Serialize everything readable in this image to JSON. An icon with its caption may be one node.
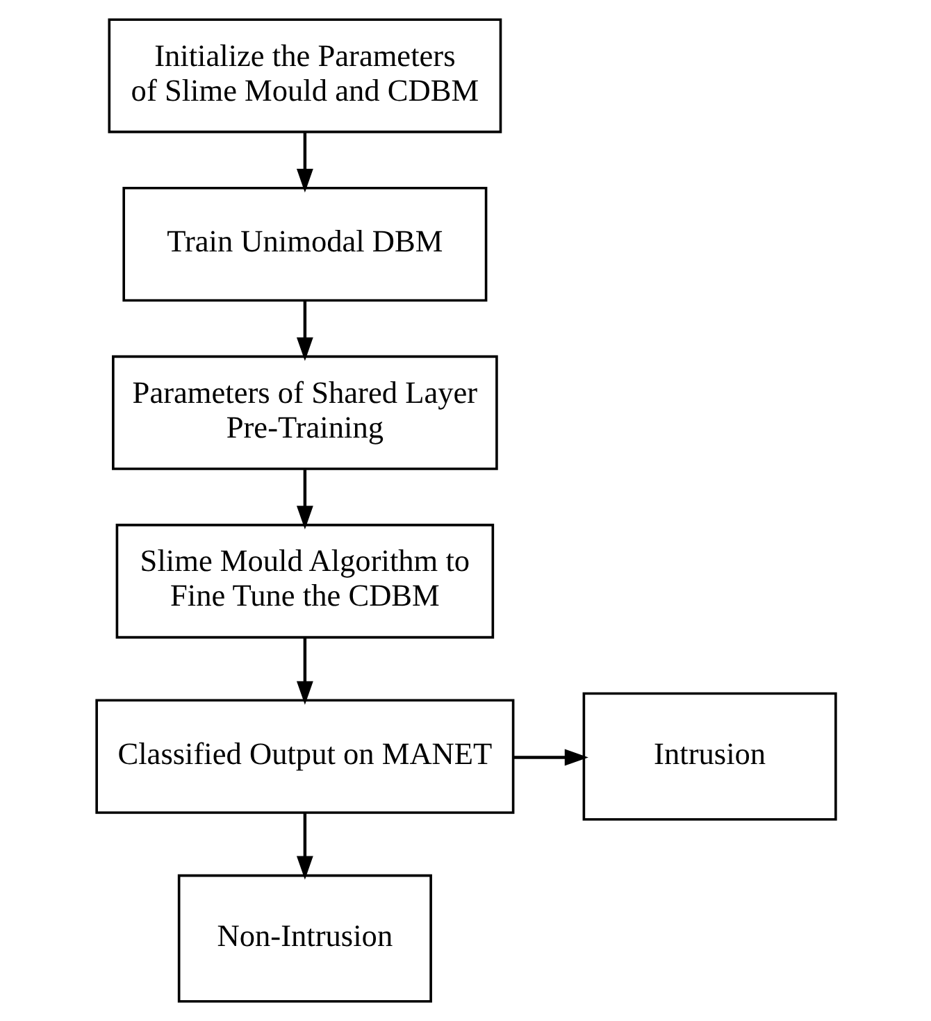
{
  "diagram": {
    "nodes": [
      {
        "text": [
          "Initialize the Parameters of Slime Mould and CDBM"
        ]
      },
      {
        "text": [
          "Train Unimodal DBM"
        ]
      },
      {
        "text": [
          "Parameters of Shared Layer Pre-Training"
        ]
      },
      {
        "text": [
          "Slime Mould Algorithm to Fine Tune the CDBM"
        ]
      },
      {
        "text": [
          "Classified Output on MANET"
        ]
      },
      {
        "text": [
          "Intrusion"
        ]
      },
      {
        "text": [
          "Non-Intrusion"
        ]
      }
    ],
    "edges": [
      {
        "from": 0,
        "to": 1,
        "arrow": "to"
      },
      {
        "from": 1,
        "to": 2,
        "arrow": "to"
      },
      {
        "from": 2,
        "to": 3,
        "arrow": "to"
      },
      {
        "from": 3,
        "to": 4,
        "arrow": "to"
      },
      {
        "from": 4,
        "to": 5,
        "arrow": "to"
      },
      {
        "from": 4,
        "to": 6,
        "arrow": "to"
      }
    ]
  }
}
